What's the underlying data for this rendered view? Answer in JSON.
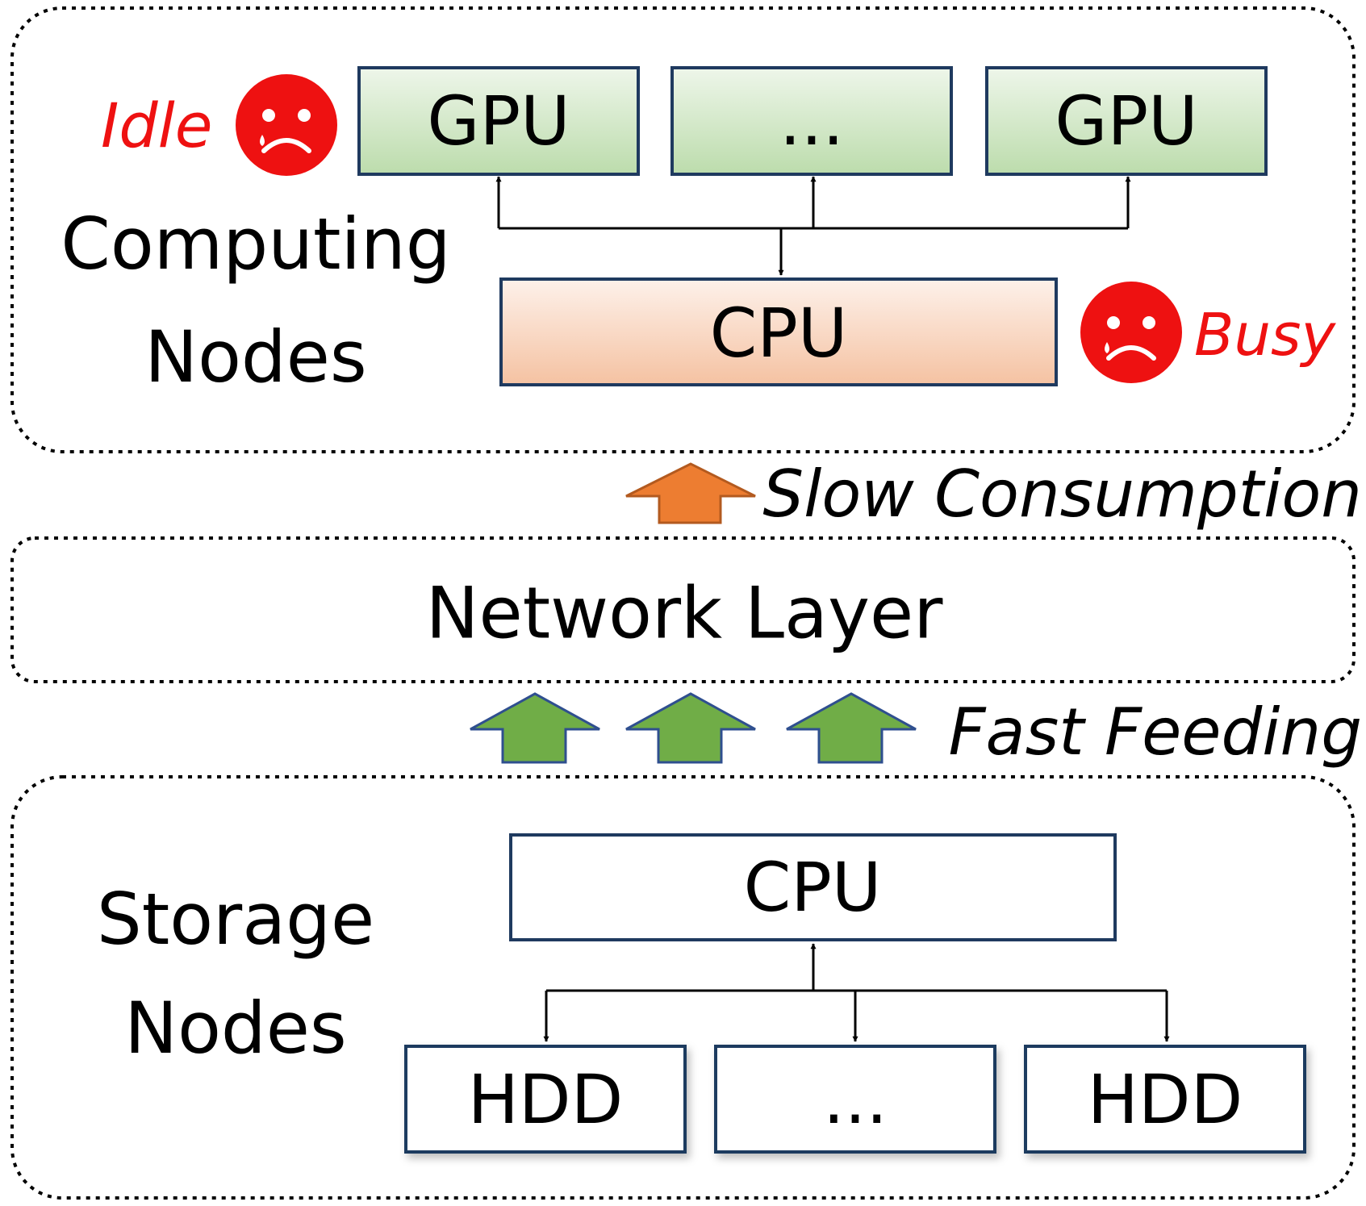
{
  "computing_nodes": {
    "label_line1": "Computing",
    "label_line2": "Nodes",
    "gpus": [
      "GPU",
      "...",
      "GPU"
    ],
    "cpu": "CPU",
    "idle_label": "Idle",
    "busy_label": "Busy"
  },
  "slow_consumption_label": "Slow Consumption",
  "network_layer": {
    "label": "Network Layer"
  },
  "fast_feeding_label": "Fast Feeding",
  "storage_nodes": {
    "label_line1": "Storage",
    "label_line2": "Nodes",
    "cpu": "CPU",
    "hdds": [
      "HDD",
      "...",
      "HDD"
    ]
  },
  "colors": {
    "status_red": "#ee1111",
    "gpu_fill_top": "#eef6ea",
    "gpu_fill_bottom": "#bcdcac",
    "cpu_fill_top": "#fdf1ea",
    "cpu_fill_bottom": "#f5c2a2",
    "box_stroke": "#1f3a5f",
    "orange_arrow": "#ed7d31",
    "green_arrow": "#70ad47"
  },
  "icons": [
    "sad-face-icon",
    "sad-face-icon",
    "orange-up-arrow-icon",
    "green-up-arrow-icon"
  ]
}
